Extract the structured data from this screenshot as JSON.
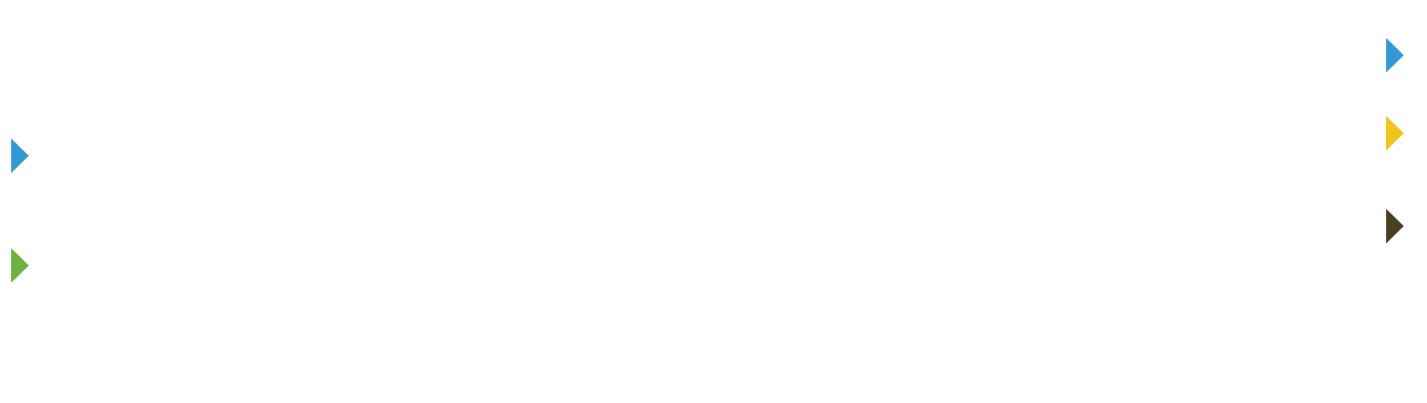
{
  "markers": [
    {
      "id": "left-1",
      "icon": "triangle-marker-icon",
      "color": "#3399d6"
    },
    {
      "id": "left-2",
      "icon": "triangle-marker-icon",
      "color": "#6db33f"
    },
    {
      "id": "right-1",
      "icon": "triangle-marker-icon",
      "color": "#3399d6"
    },
    {
      "id": "right-2",
      "icon": "triangle-marker-icon",
      "color": "#f0c419"
    },
    {
      "id": "right-3",
      "icon": "triangle-marker-icon",
      "color": "#4a3f1f"
    }
  ]
}
